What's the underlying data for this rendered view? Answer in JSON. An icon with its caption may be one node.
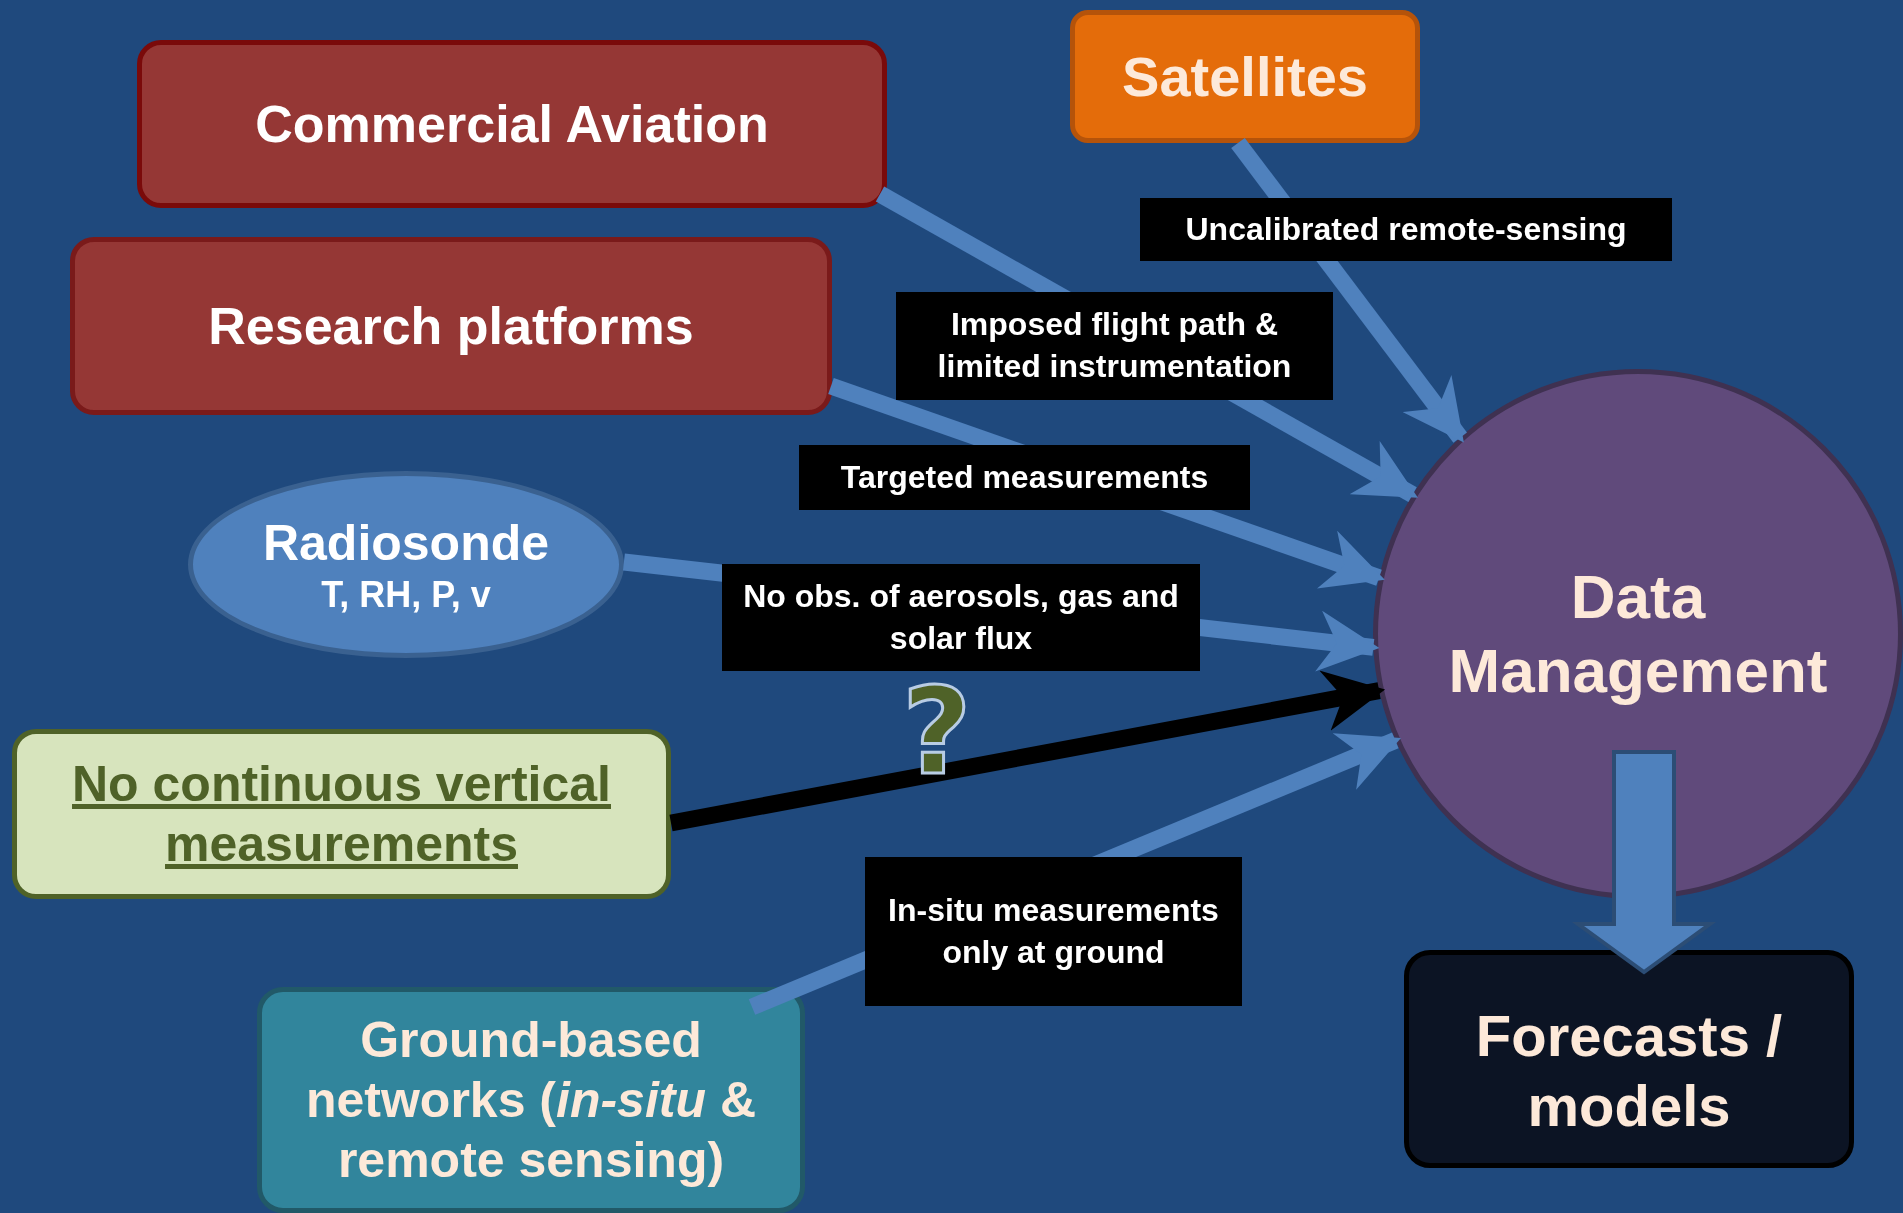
{
  "diagram": {
    "nodes": [
      {
        "text": [
          "Commercial Aviation"
        ]
      },
      {
        "text": [
          "Satellites"
        ]
      },
      {
        "text": [
          "Research platforms"
        ]
      },
      {
        "text": [
          "Radiosonde",
          "T, RH, P, v"
        ]
      },
      {
        "text": [
          "No continuous vertical measurements"
        ]
      },
      {
        "text": [
          "Ground-based networks (*in-situ* & remote sensing)"
        ]
      },
      {
        "text": [
          "Data Management"
        ]
      },
      {
        "text": [
          "Forecasts / models"
        ]
      }
    ],
    "edges": [
      {
        "from": 0,
        "to": 6,
        "arrow": "to",
        "label": "Imposed flight path & limited instrumentation"
      },
      {
        "from": 1,
        "to": 6,
        "arrow": "to",
        "label": "Uncalibrated remote-sensing"
      },
      {
        "from": 2,
        "to": 6,
        "arrow": "to",
        "label": "Targeted measurements"
      },
      {
        "from": 3,
        "to": 6,
        "arrow": "to",
        "label": "No obs. of aerosols, gas and solar flux"
      },
      {
        "from": 4,
        "to": 6,
        "arrow": "to",
        "color": "#000000"
      },
      {
        "from": 5,
        "to": 6,
        "arrow": "to",
        "label": "In-situ measurements only at ground"
      },
      {
        "from": 6,
        "to": 7,
        "arrow": "to",
        "style": "thick"
      }
    ],
    "labels": [
      "?"
    ]
  }
}
